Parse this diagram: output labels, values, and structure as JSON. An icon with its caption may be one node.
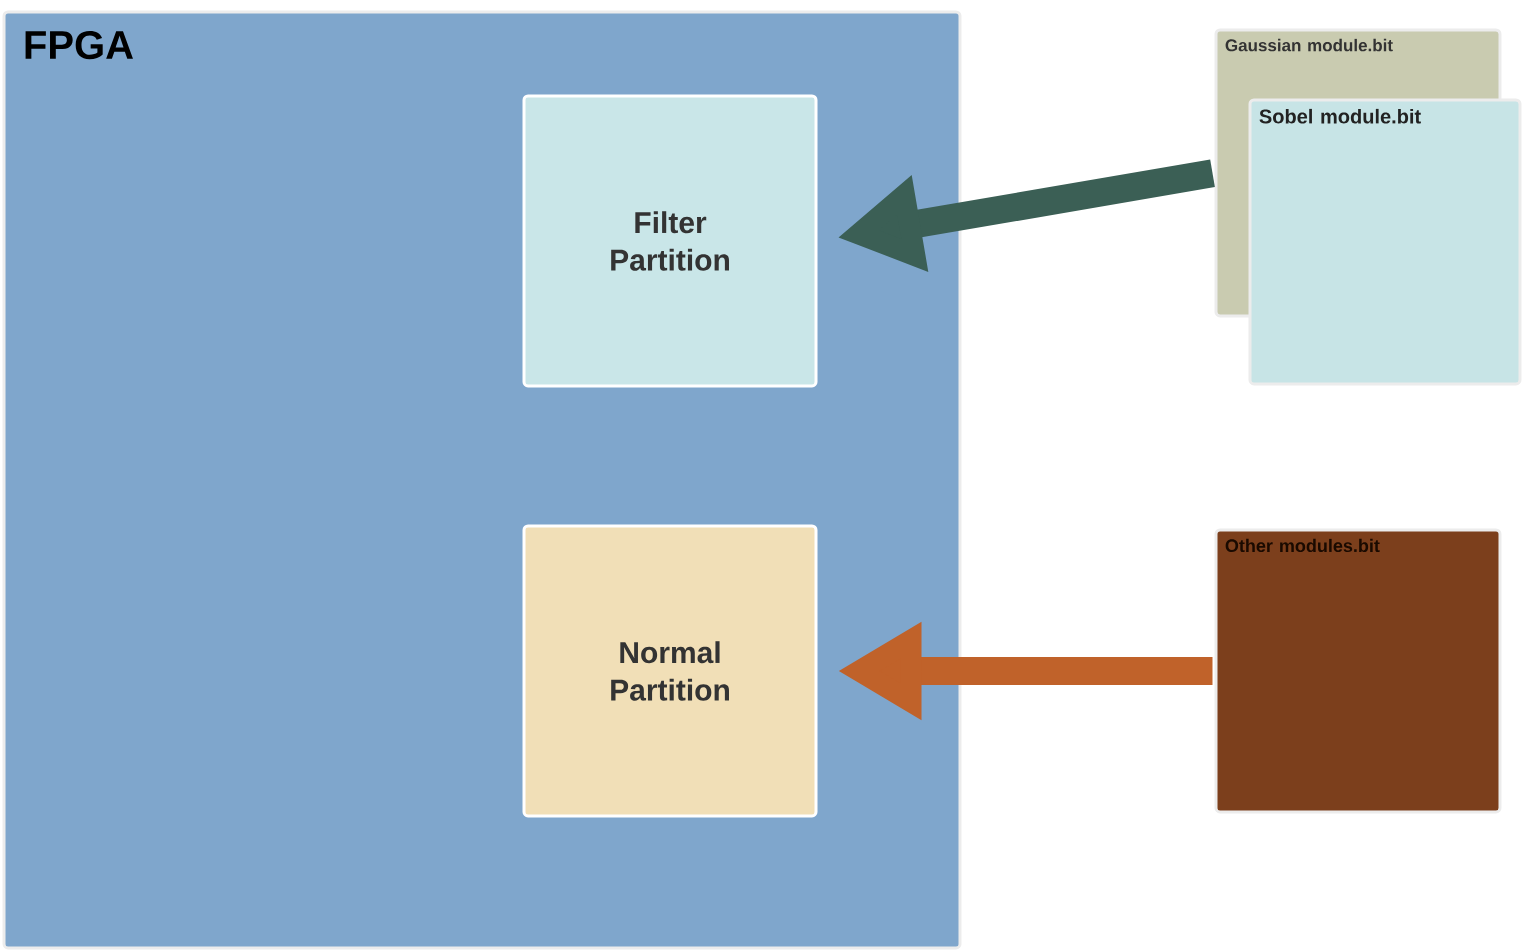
{
  "diagram": {
    "nodes": [
      {
        "text": [
          "FPGA"
        ]
      },
      {
        "text": [
          "Filter Partition"
        ],
        "in": 0
      },
      {
        "text": [
          "Normal Partition"
        ],
        "in": 0
      },
      {
        "text": [
          "Gaussian module.bit"
        ]
      },
      {
        "text": [
          "Sobel module.bit"
        ]
      },
      {
        "text": [
          "Other modules.bit"
        ]
      }
    ],
    "edges": [
      {
        "from": 3,
        "to": 1,
        "arrow": "to",
        "color": "#3b5f55"
      },
      {
        "from": 5,
        "to": 2,
        "arrow": "to",
        "color": "#c0622a"
      }
    ]
  }
}
